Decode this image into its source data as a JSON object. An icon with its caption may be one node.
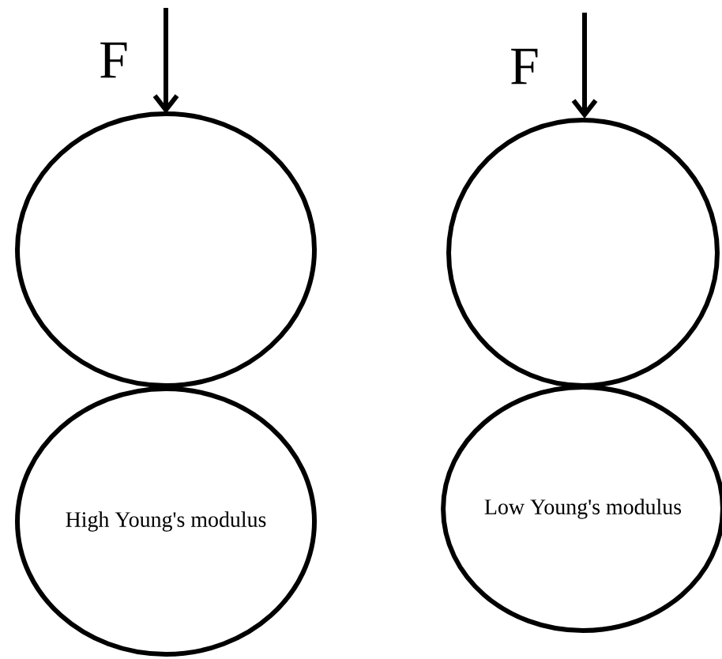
{
  "diagram": {
    "nodes": [
      {
        "text": [],
        "shape": "circle"
      },
      {
        "text": [
          "High Young's modulus"
        ]
      },
      {
        "text": [],
        "shape": "circle"
      },
      {
        "text": [
          "Low Young's modulus"
        ]
      }
    ],
    "labels": [
      "F",
      "F"
    ]
  }
}
